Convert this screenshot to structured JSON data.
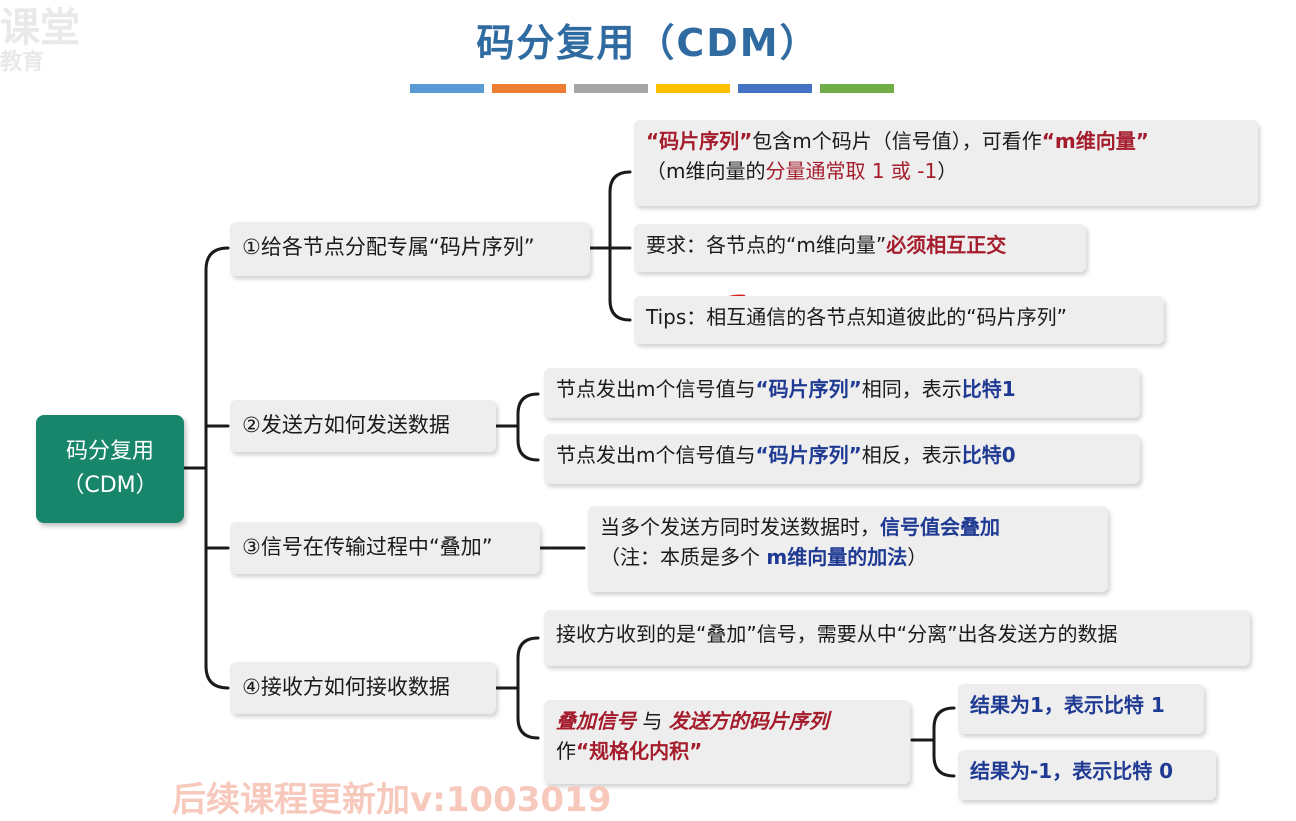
{
  "watermark": {
    "logo_main": "课堂",
    "logo_sub": "教育",
    "bottom": "后续课程更新加v:1003019"
  },
  "title": "码分复用（CDM）",
  "colors": {
    "root_fill": "#18866b",
    "red_emphasis": "#a51d2d",
    "blue_emphasis": "#1f3a93",
    "title": "#2f6aa0",
    "annotation_pen": "#d81e1e",
    "color_bars": [
      "#5b9bd5",
      "#ed7d31",
      "#a5a5a5",
      "#ffc000",
      "#4472c4",
      "#70ad47"
    ]
  },
  "root": {
    "line1": "码分复用",
    "line2": "（CDM）"
  },
  "branches": [
    {
      "label": "①给各节点分配专属“码片序列”",
      "children": [
        {
          "l1_a": "“码片序列”",
          "l1_b": "包含m个码片（信号值），可看作",
          "l1_c": "“m维向量”",
          "l2_a": "（m维向量的",
          "l2_b": "分量通常取 1 或 -1",
          "l2_c": "）"
        },
        {
          "a": "要求：各节点的“m维向量”",
          "b": "必须相互正交"
        },
        {
          "a": "Tips：相互通信的各节点知道彼此的“码片序列”"
        }
      ]
    },
    {
      "label": "②发送方如何发送数据",
      "children": [
        {
          "a": "节点发出m个信号值与",
          "b": "“码片序列”",
          "c": "相同，表示",
          "d": "比特1"
        },
        {
          "a": "节点发出m个信号值与",
          "b": "“码片序列”",
          "c": "相反，表示",
          "d": "比特0"
        }
      ]
    },
    {
      "label": "③信号在传输过程中“叠加”",
      "children": [
        {
          "l1_a": "当多个发送方同时发送数据时，",
          "l1_b": "信号值会叠加",
          "l2_a": "（注：本质是多个 ",
          "l2_b": "m维向量的加法",
          "l2_c": "）"
        }
      ]
    },
    {
      "label": "④接收方如何接收数据",
      "children": [
        {
          "a": "接收方收到的是“叠加”信号，需要从中“分离”出各发送方的数据"
        },
        {
          "l1_a": "叠加信号",
          "l1_b": " 与 ",
          "l1_c": "发送方的码片序列",
          "l2_a": "作",
          "l2_b": "“规格化内积”",
          "results": [
            {
              "a": "结果为1，表示",
              "b": "比特 1"
            },
            {
              "a": "结果为-1，表示",
              "b": "比特 0"
            }
          ]
        }
      ]
    }
  ]
}
